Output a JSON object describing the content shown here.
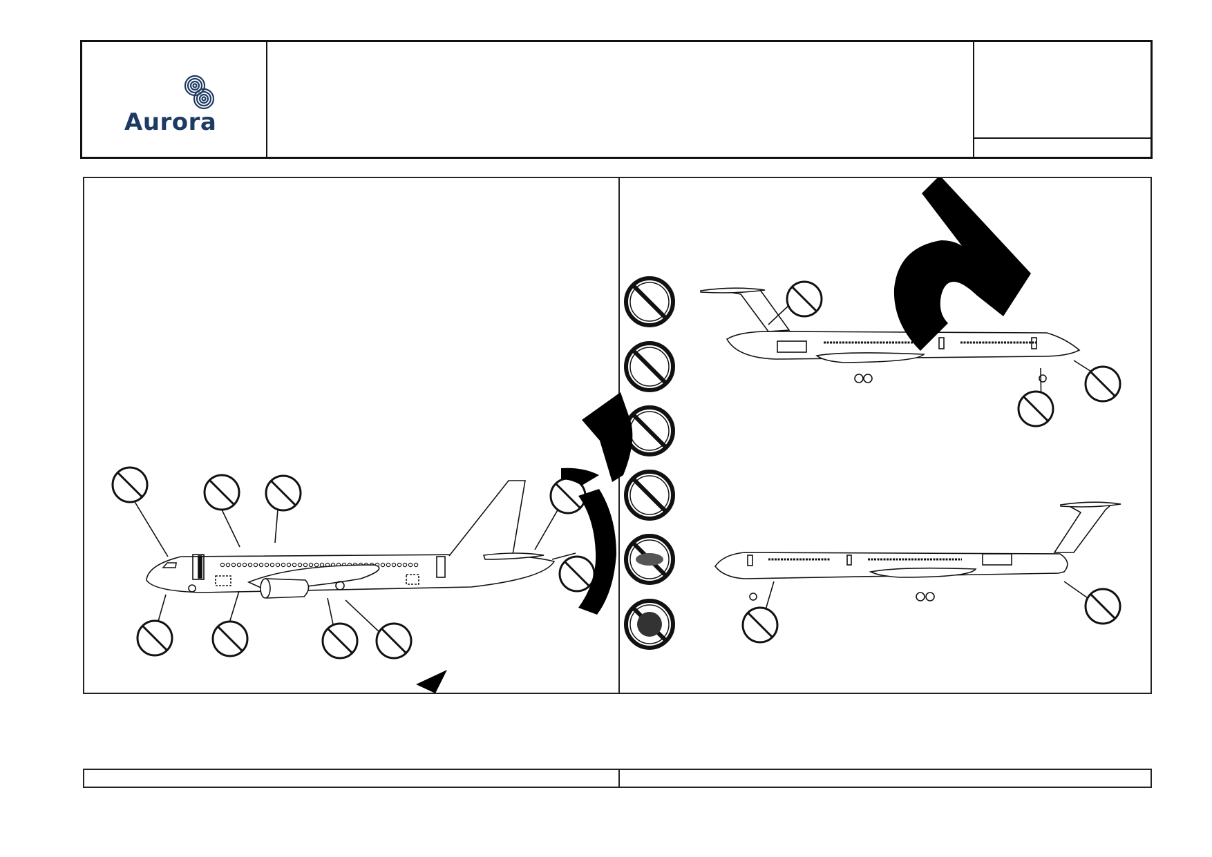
{
  "header": {
    "logo_text": "Aurora",
    "title": "",
    "reference": "",
    "revision": ""
  },
  "figures": {
    "left_panel": "narrow-body-aircraft-inspection-diagram",
    "right_panel": "t-tail-aircraft-inspection-diagram",
    "legend_icons": [
      "fan-blade-prohibited-icon",
      "panel-prohibited-icon",
      "wing-surface-prohibited-icon",
      "door-prohibited-icon",
      "engine-inlet-prohibited-icon",
      "rotor-prohibited-icon"
    ]
  },
  "footer": {
    "left": "",
    "right": ""
  },
  "colors": {
    "brand": "#1d3a62",
    "line": "#111111"
  }
}
